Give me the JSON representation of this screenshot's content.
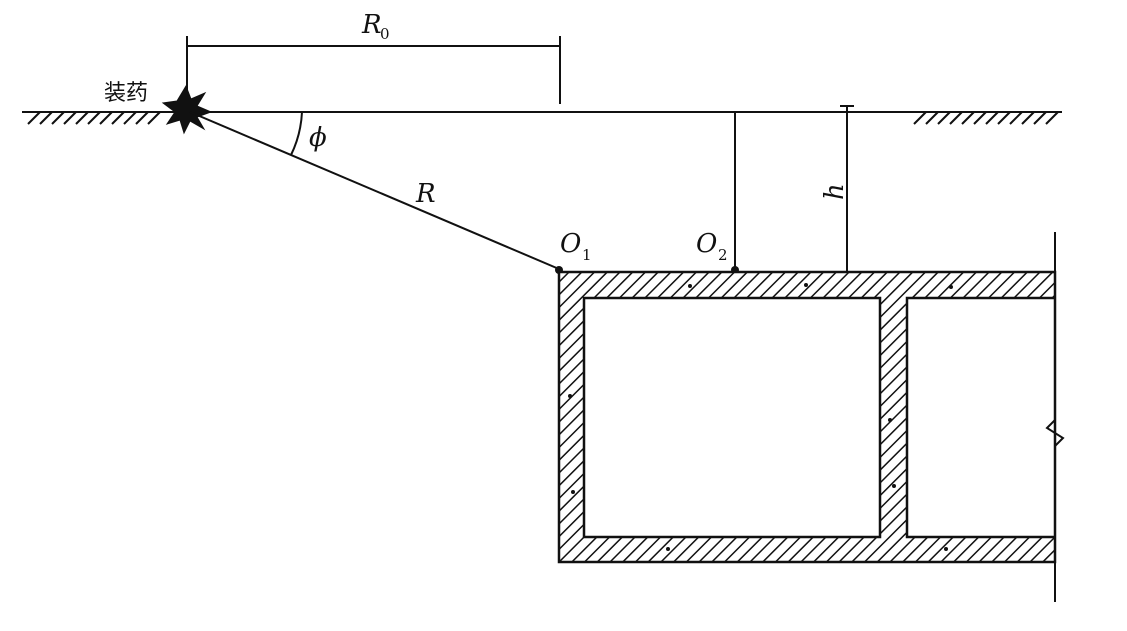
{
  "labels": {
    "charge": "装药",
    "r0_main": "R",
    "r0_sub": "0",
    "r": "R",
    "phi": "ϕ",
    "h": "h",
    "o1_main": "O",
    "o1_sub": "1",
    "o2_main": "O",
    "o2_sub": "2"
  }
}
